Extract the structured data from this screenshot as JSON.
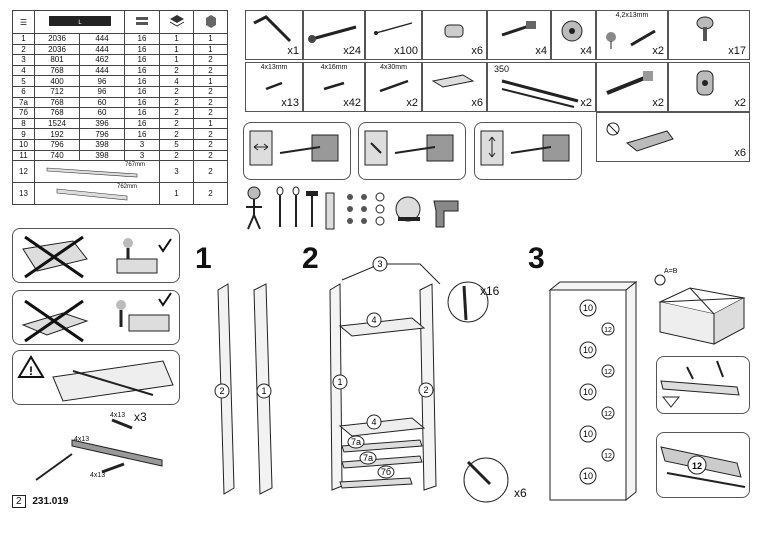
{
  "parts_table": {
    "header": [
      "",
      "L",
      "",
      "",
      "",
      ""
    ],
    "rows": [
      [
        "1",
        "2036",
        "444",
        "16",
        "1",
        "1"
      ],
      [
        "2",
        "2036",
        "444",
        "16",
        "1",
        "1"
      ],
      [
        "3",
        "801",
        "462",
        "16",
        "1",
        "2"
      ],
      [
        "4",
        "768",
        "444",
        "16",
        "2",
        "2"
      ],
      [
        "5",
        "400",
        "96",
        "16",
        "4",
        "1"
      ],
      [
        "6",
        "712",
        "96",
        "16",
        "2",
        "2"
      ],
      [
        "7a",
        "768",
        "60",
        "16",
        "2",
        "2"
      ],
      [
        "7б",
        "768",
        "60",
        "16",
        "2",
        "2"
      ],
      [
        "8",
        "1524",
        "396",
        "16",
        "2",
        "1"
      ],
      [
        "9",
        "192",
        "796",
        "16",
        "2",
        "2"
      ],
      [
        "10",
        "796",
        "398",
        "3",
        "5",
        "2"
      ],
      [
        "11",
        "740",
        "398",
        "3",
        "2",
        "2"
      ]
    ],
    "special_rows": [
      {
        "id": "12",
        "length": "767mm",
        "qty": "3",
        "pack": "2"
      },
      {
        "id": "13",
        "length": "762mm",
        "qty": "1",
        "pack": "2"
      }
    ]
  },
  "hardware": {
    "row1": [
      {
        "qty": "x1",
        "size": ""
      },
      {
        "qty": "x24",
        "size": ""
      },
      {
        "qty": "x100",
        "size": ""
      },
      {
        "qty": "x6",
        "size": ""
      },
      {
        "qty": "x4",
        "size": ""
      },
      {
        "qty": "x4",
        "size": ""
      },
      {
        "qty": "x2",
        "size": "4,2x13mm"
      },
      {
        "qty": "x17",
        "size": ""
      }
    ],
    "row2": [
      {
        "qty": "x13",
        "size": "4x13mm"
      },
      {
        "qty": "x42",
        "size": "4x16mm"
      },
      {
        "qty": "x2",
        "size": "4x30mm"
      },
      {
        "qty": "x6",
        "size": ""
      },
      {
        "qty": "x2",
        "size": "350"
      },
      {
        "qty": "x2",
        "size": ""
      },
      {
        "qty": "x2",
        "size": ""
      }
    ],
    "hinge_qty": "x6"
  },
  "steps": {
    "s1": "1",
    "s2": "2",
    "s3": "3",
    "screw_qty": "x16",
    "nail_qty": "x6",
    "left_screw_label": "4x13",
    "left_screw_qty": "x3",
    "callouts_step1": [
      "2",
      "1"
    ],
    "callouts_step2": [
      "3",
      "4",
      "1",
      "2",
      "4",
      "7a",
      "7a",
      "7б"
    ],
    "callouts_step3": [
      "10",
      "12",
      "10",
      "12",
      "10",
      "12",
      "10",
      "12",
      "10"
    ],
    "a_eq_b": "A=B",
    "box12": "12"
  },
  "footer": {
    "page": "2",
    "code": "231.019"
  }
}
